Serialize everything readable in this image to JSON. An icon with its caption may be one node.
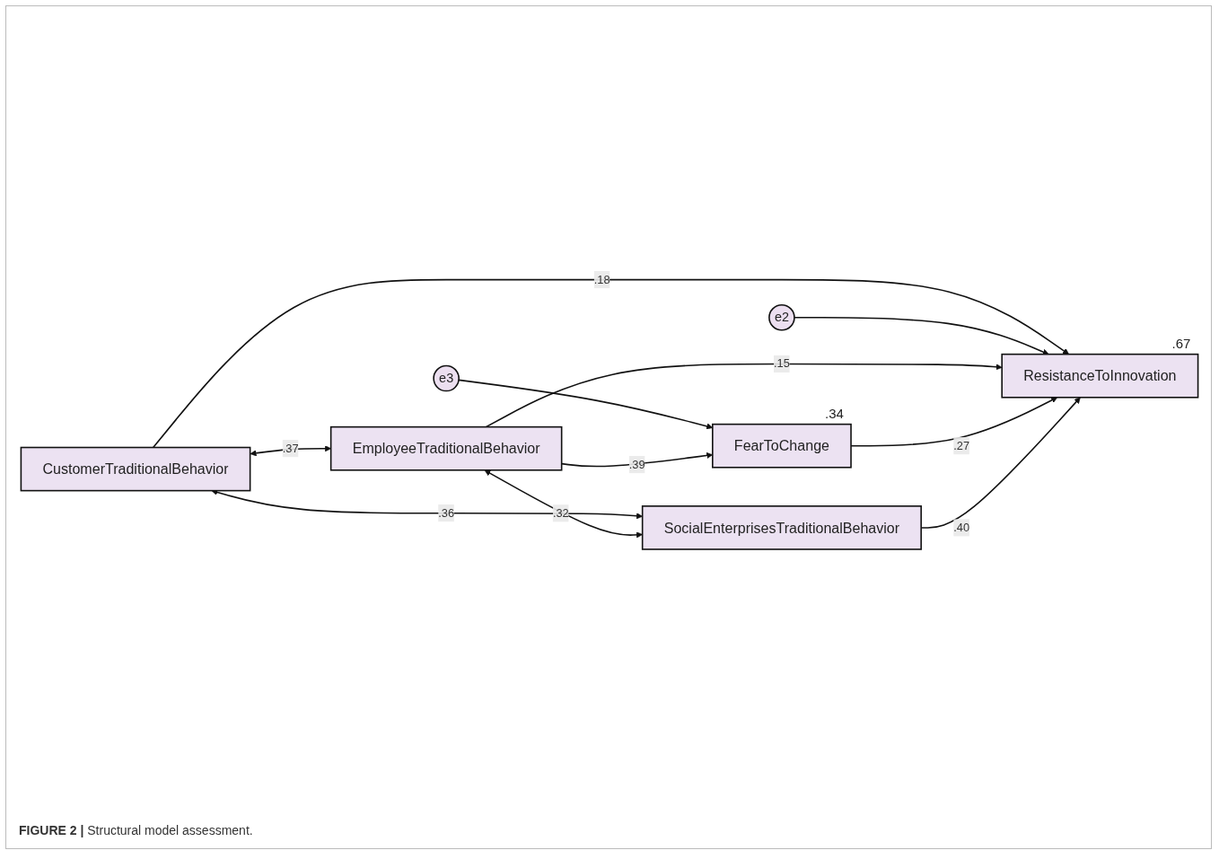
{
  "diagram": {
    "caption": "**FIGURE 2 |** Structural model assessment.",
    "nodes": [
      {
        "text": [
          "CustomerTraditionalBehavior"
        ]
      },
      {
        "text": [
          "e2"
        ]
      },
      {
        "text": [
          "e3"
        ]
      },
      {
        "text": [
          "ResistanceToInnovation"
        ],
        "beside": [
          ".67"
        ]
      },
      {
        "text": [
          "EmployeeTraditionalBehavior"
        ]
      },
      {
        "text": [
          "FearToChange"
        ],
        "beside": [
          ".34"
        ]
      },
      {
        "text": [
          "SocialEnterprisesTraditionalBehavior"
        ]
      }
    ],
    "edges": [
      {
        "from": 0,
        "to": 3,
        "arrow": "to",
        "label": ".18"
      },
      {
        "from": 1,
        "to": 3,
        "arrow": "to"
      },
      {
        "from": 2,
        "to": 5,
        "arrow": "to"
      },
      {
        "from": 4,
        "to": 3,
        "arrow": "to",
        "label": ".15"
      },
      {
        "from": 4,
        "to": 5,
        "arrow": "to",
        "label": ".39"
      },
      {
        "from": 5,
        "to": 3,
        "arrow": "to",
        "label": ".27"
      },
      {
        "from": 6,
        "to": 3,
        "arrow": "to",
        "label": ".40"
      },
      {
        "from": 0,
        "to": 4,
        "arrow": "both",
        "label": ".37"
      },
      {
        "from": 0,
        "to": 6,
        "arrow": "both",
        "label": ".36"
      },
      {
        "from": 4,
        "to": 6,
        "arrow": "both",
        "label": ".32"
      }
    ]
  }
}
